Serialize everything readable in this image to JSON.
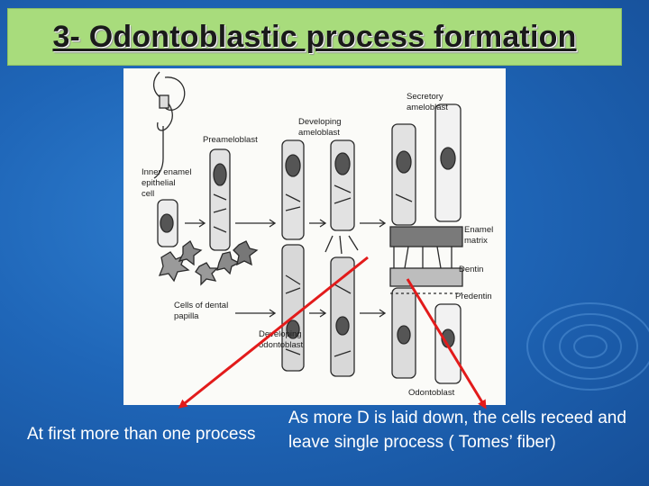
{
  "title": "3- Odontoblastic process formation",
  "figure": {
    "labels": {
      "secretory": [
        "Secretory",
        "ameloblast"
      ],
      "developing_amelo": [
        "Developing",
        "ameloblast"
      ],
      "preameloblast": "Preameloblast",
      "inner_enamel": [
        "Inner enamel",
        "epithelial",
        "cell"
      ],
      "enamel_matrix": [
        "Enamel",
        "matrix"
      ],
      "dentin": "Dentin",
      "predentin": "Predentin",
      "dental_papilla": [
        "Cells of dental",
        "papilla"
      ],
      "developing_odonto": [
        "Developing",
        "odontoblast"
      ],
      "odontoblast": "Odontoblast"
    }
  },
  "captions": {
    "left": "At first more than one process",
    "right": "As more D is laid down, the cells receed and leave single process ( Tomes’ fiber)"
  },
  "colors": {
    "arrow": "#e21b1b",
    "title_bg": "#a8dc7c"
  }
}
